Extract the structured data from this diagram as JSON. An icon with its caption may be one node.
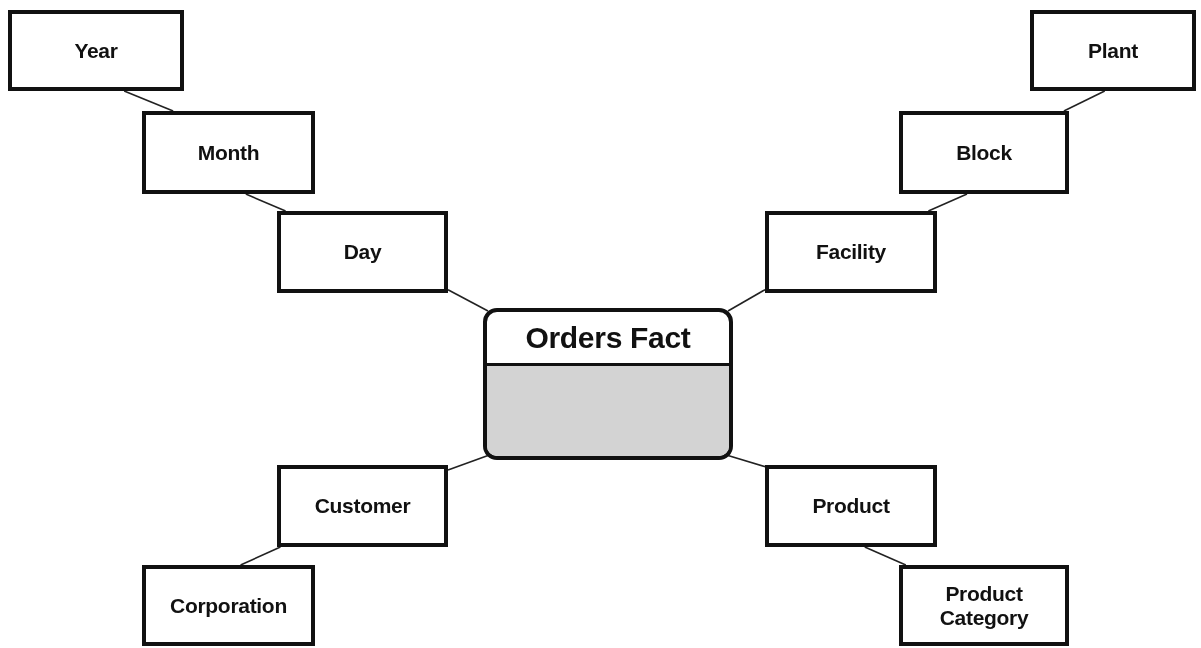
{
  "diagram": {
    "nodes": [
      {
        "text": [
          "Year"
        ]
      },
      {
        "text": [
          "Plant"
        ]
      },
      {
        "text": [
          "Month"
        ]
      },
      {
        "text": [
          "Block"
        ]
      },
      {
        "text": [
          "Day"
        ]
      },
      {
        "text": [
          "Facility"
        ]
      },
      {
        "text": [
          "Orders Fact"
        ]
      },
      {
        "text": [
          "Customer"
        ]
      },
      {
        "text": [
          "Product"
        ]
      },
      {
        "text": [
          "Corporation"
        ]
      },
      {
        "text": [
          "Product Category"
        ]
      }
    ],
    "edges": [
      {
        "from": 0,
        "to": 2,
        "arrow": "none"
      },
      {
        "from": 2,
        "to": 4,
        "arrow": "none"
      },
      {
        "from": 4,
        "to": 6,
        "arrow": "none"
      },
      {
        "from": 1,
        "to": 3,
        "arrow": "none"
      },
      {
        "from": 3,
        "to": 5,
        "arrow": "none"
      },
      {
        "from": 5,
        "to": 6,
        "arrow": "none"
      },
      {
        "from": 6,
        "to": 7,
        "arrow": "none"
      },
      {
        "from": 7,
        "to": 9,
        "arrow": "none"
      },
      {
        "from": 6,
        "to": 8,
        "arrow": "none"
      },
      {
        "from": 8,
        "to": 10,
        "arrow": "none"
      }
    ]
  }
}
